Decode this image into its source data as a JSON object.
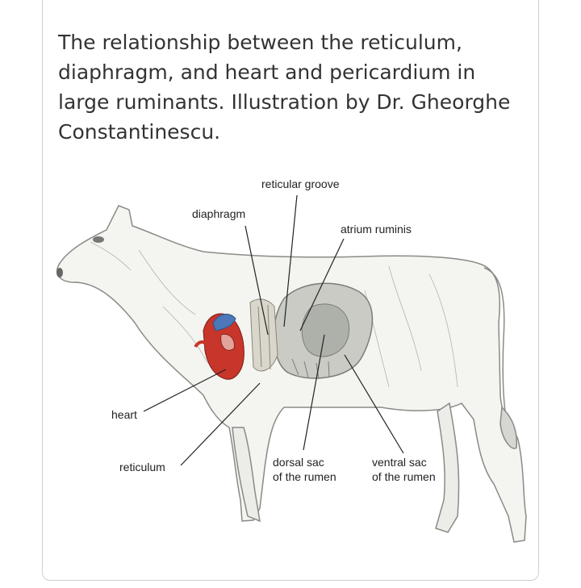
{
  "caption": "The relationship between the reticulum, diaphragm, and heart and pericardium in large ruminants. Illustration by Dr. Gheorghe Constantinescu.",
  "labels": {
    "reticular_groove": "reticular groove",
    "diaphragm": "diaphragm",
    "atrium_ruminis": "atrium ruminis",
    "heart": "heart",
    "reticulum": "reticulum",
    "dorsal_sac_line1": "dorsal sac",
    "dorsal_sac_line2": "of the rumen",
    "ventral_sac_line1": "ventral sac",
    "ventral_sac_line2": "of the rumen"
  },
  "colors": {
    "heart_red": "#c8352a",
    "vessel_blue": "#4a78b8",
    "rumen_gray": "#c9cbc4",
    "body_sketch": "#8a8a86"
  }
}
